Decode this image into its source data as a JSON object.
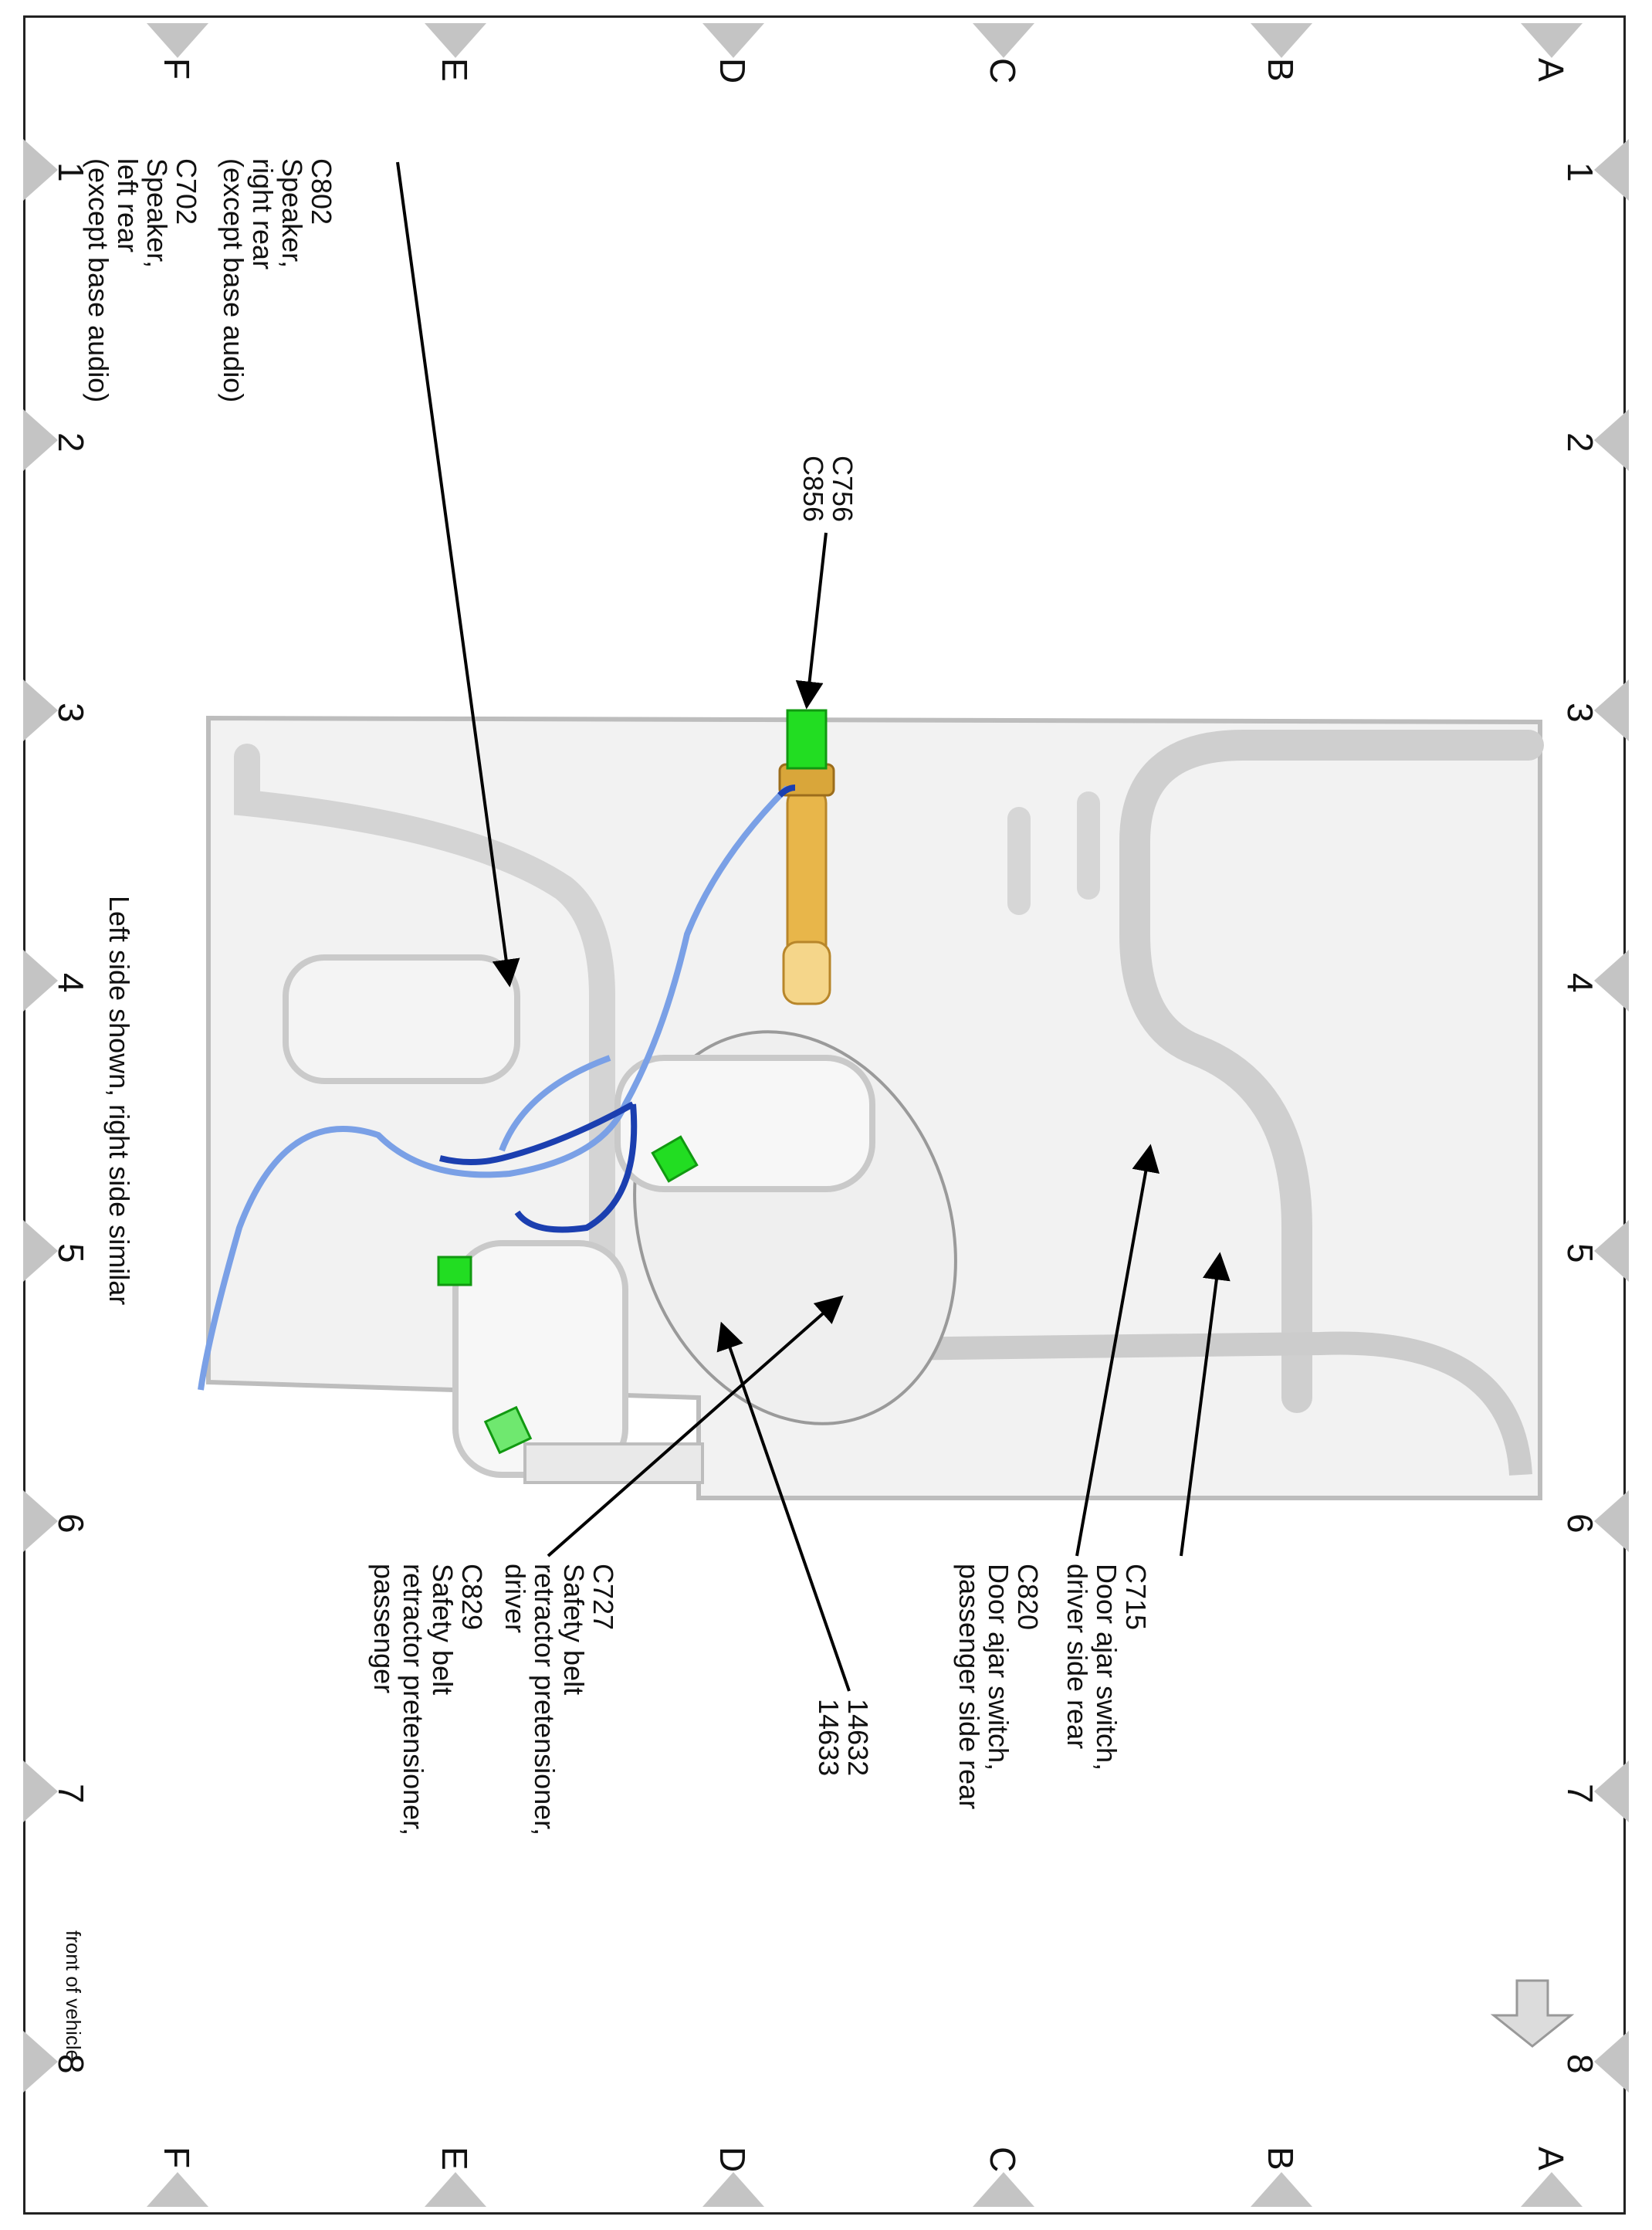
{
  "grid": {
    "rows": [
      "A",
      "B",
      "C",
      "D",
      "E",
      "F"
    ],
    "columns": [
      "1",
      "2",
      "3",
      "4",
      "5",
      "6",
      "7",
      "8"
    ]
  },
  "callouts": {
    "c702": [
      "C702",
      "Speaker,",
      "left rear",
      "(except base audio)"
    ],
    "c802": [
      "C802",
      "Speaker,",
      "right rear",
      "(except base audio)"
    ],
    "c756": [
      "C756",
      "C856"
    ],
    "c829": [
      "C829",
      "Safety belt",
      "retractor pretensioner,",
      "passenger"
    ],
    "c727": [
      "C727",
      "Safety belt",
      "retractor pretensioner,",
      "driver"
    ],
    "harness": [
      "14632",
      "14633"
    ],
    "c820": [
      "C820",
      "Door ajar switch,",
      "passenger side rear"
    ],
    "c715": [
      "C715",
      "Door ajar switch,",
      "driver side rear"
    ]
  },
  "footnote": "Left side shown, right side similar",
  "front_label": "front of vehicle",
  "colors": {
    "connector": "#22dd22",
    "harness_light": "#7aa0e6",
    "harness_dark": "#1b3fb0",
    "boot": "#e8b64a",
    "panel": "#e6e6e6",
    "border_triangle": "#c4c4c4"
  }
}
